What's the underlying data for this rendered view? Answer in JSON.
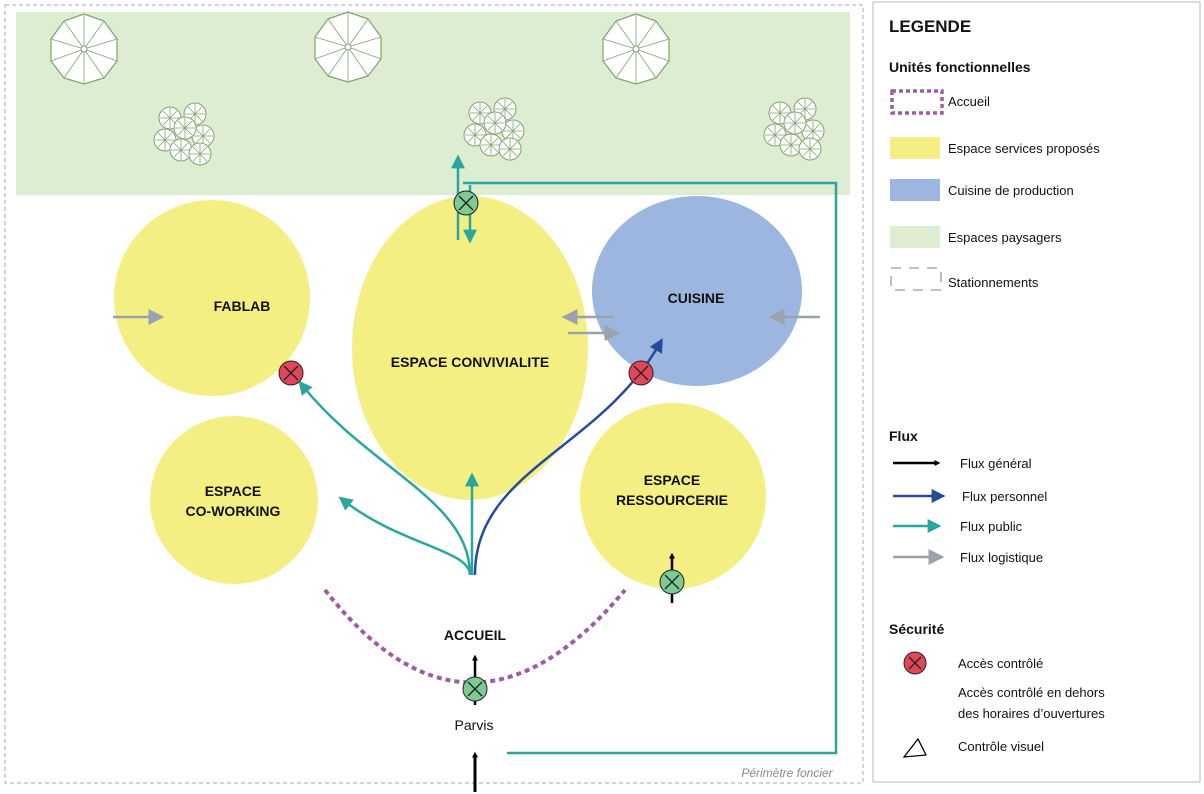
{
  "zones": {
    "fablab": "FABLAB",
    "convivialite": "ESPACE CONVIVIALITE",
    "cuisine": "CUISINE",
    "coworking_l1": "ESPACE",
    "coworking_l2": "CO-WORKING",
    "ressourcerie_l1": "ESPACE",
    "ressourcerie_l2": "RESSOURCERIE",
    "accueil": "ACCUEIL",
    "parvis": "Parvis",
    "perimetre": "Périmètre foncier"
  },
  "legend": {
    "title": "LEGENDE",
    "units_title": "Unités fonctionnelles",
    "units": [
      {
        "label": "Accueil",
        "color": "#a05ba6"
      },
      {
        "label": "Espace services proposés",
        "color": "#f4ef82"
      },
      {
        "label": "Cuisine de production",
        "color": "#9db6df"
      },
      {
        "label": "Espaces paysagers",
        "color": "#dcedd2"
      },
      {
        "label": "Stationnements",
        "color": "#999999"
      }
    ],
    "flux_title": "Flux",
    "flux": [
      {
        "label": "Flux général",
        "color": "#000000"
      },
      {
        "label": "Flux personnel",
        "color": "#244b9e"
      },
      {
        "label": "Flux public",
        "color": "#2aa69e"
      },
      {
        "label": "Flux logistique",
        "color": "#9aa3ad"
      }
    ],
    "security_title": "Sécurité",
    "security": [
      {
        "label": "Accès contrôlé",
        "color": "#e0485a"
      },
      {
        "label": "Accès contrôlé en dehors",
        "color": "#7ccb94"
      },
      {
        "label": "des horaires d’ouvertures",
        "color": "#7ccb94"
      },
      {
        "label": "Contrôle visuel",
        "color": "#000000"
      }
    ]
  },
  "colors": {
    "yellow": "#f4ef82",
    "blue": "#9db6df",
    "green_zone": "#dcedd2",
    "teal": "#2aa69e",
    "navy": "#244b9e",
    "grey_flow": "#9aa3ad",
    "accueil": "#a05ba6",
    "red_access": "#e0485a",
    "green_access": "#7ccb94"
  }
}
